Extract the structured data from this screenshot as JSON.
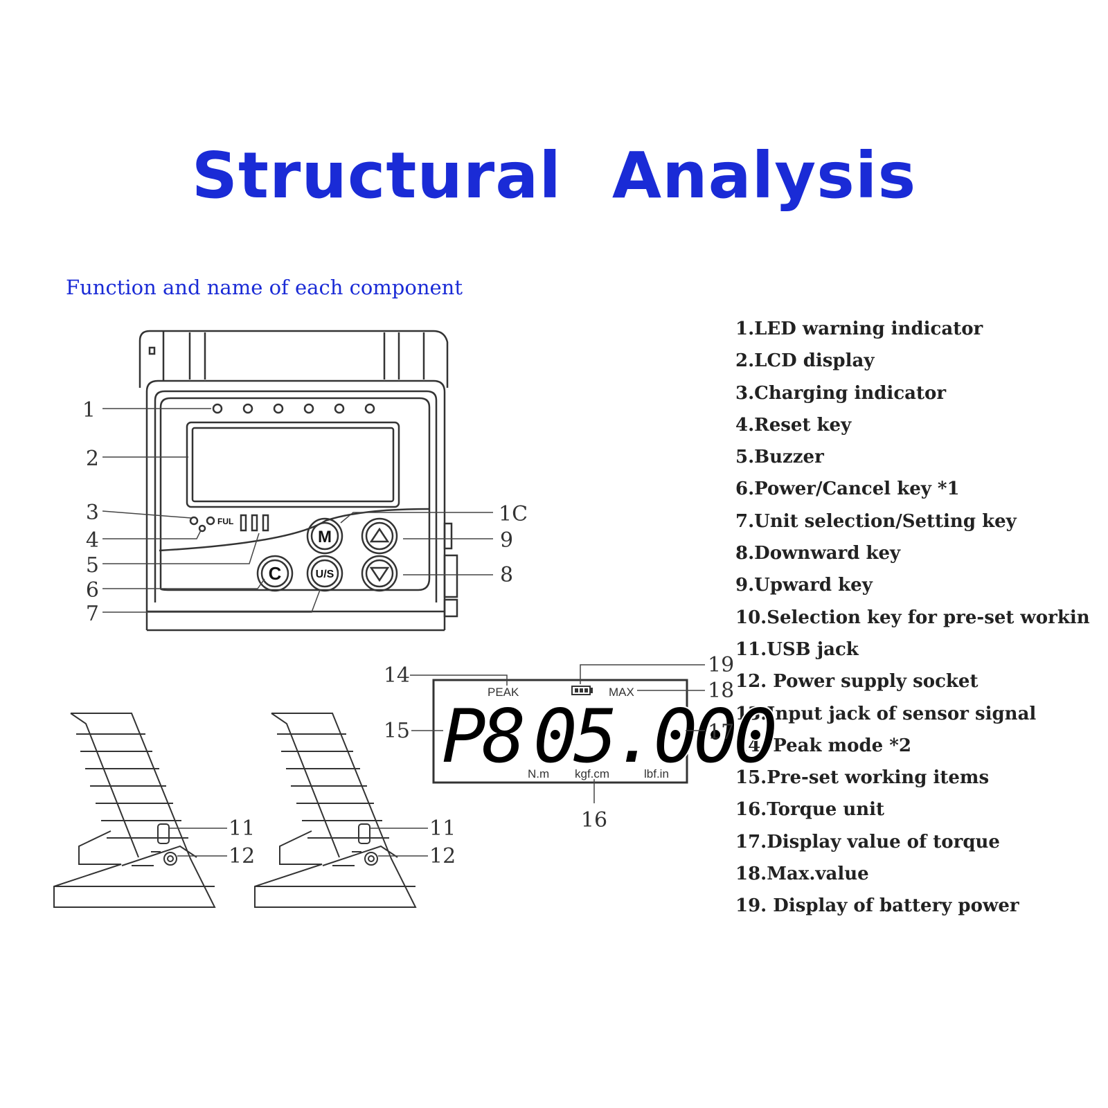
{
  "title": "Structural Analysis",
  "subtitle": "Function and name of each component",
  "legend": [
    "1.LED warning indicator",
    "2.LCD display",
    "3.Charging indicator",
    "4.Reset key",
    "5.Buzzer",
    "6.Power/Cancel key *1",
    "7.Unit selection/Setting key",
    "8.Downward key",
    "9.Upward key",
    "10.Selection key for pre-set workin",
    "11.USB jack",
    "12. Power supply socket",
    "13.Input jack of sensor signal",
    "14. Peak mode *2",
    "15.Pre-set working items",
    "16.Torque unit",
    "17.Display value of torque",
    "18.Max.value",
    "19. Display of battery power"
  ],
  "device": {
    "callouts": [
      "1",
      "2",
      "3",
      "4",
      "5",
      "6",
      "7",
      "8",
      "9",
      "1C"
    ],
    "ful_label": "FUL",
    "keys": {
      "m": "M",
      "c": "C",
      "us": "U/S"
    }
  },
  "lcd": {
    "peak": "PEAK",
    "max": "MAX",
    "item": "P8",
    "value": "05.000",
    "units": [
      "N.m",
      "kgf.cm",
      "lbf.in"
    ],
    "callouts": [
      "14",
      "15",
      "16",
      "17",
      "18",
      "19"
    ]
  },
  "side_views": {
    "callouts": [
      "11",
      "12"
    ]
  },
  "icons": [
    "led-indicator-icon",
    "battery-icon",
    "up-arrow-icon",
    "down-arrow-icon"
  ]
}
